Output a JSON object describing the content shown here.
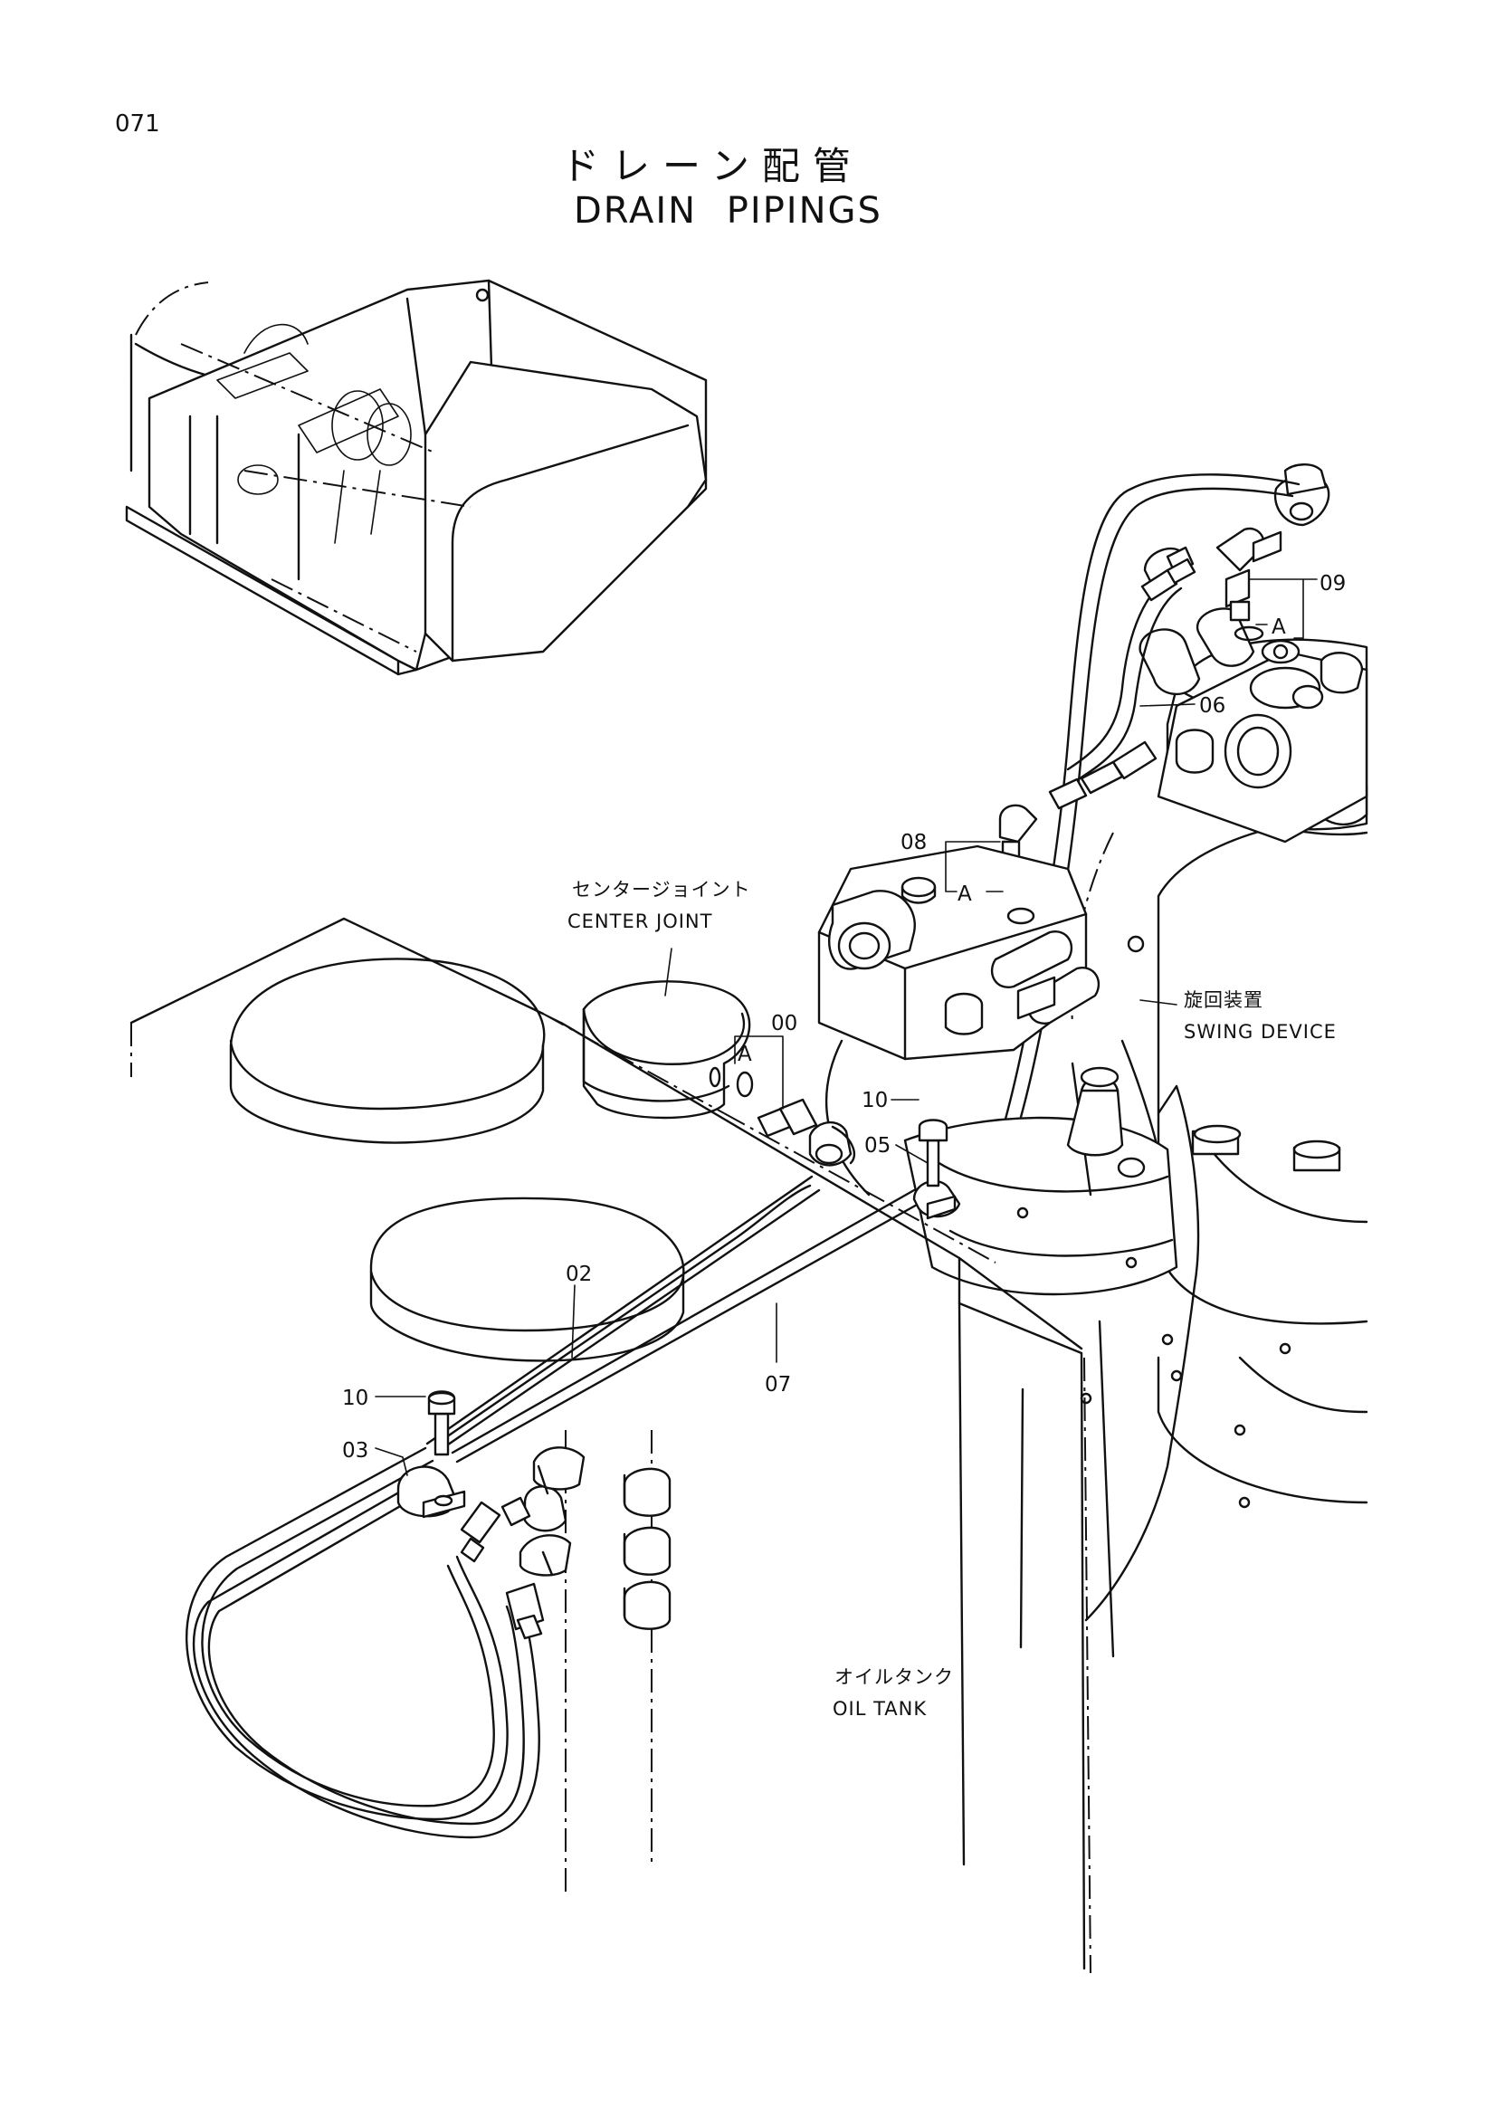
{
  "page": {
    "number": "071",
    "title_ja": "ドレーン配管",
    "title_en": "DRAIN PIPINGS"
  },
  "components": {
    "center_joint": {
      "ja": "センタージョイント",
      "en": "CENTER JOINT"
    },
    "swing_device": {
      "ja": "旋回装置",
      "en": "SWING DEVICE"
    },
    "oil_tank": {
      "ja": "オイルタンク",
      "en": "OIL TANK"
    }
  },
  "callouts": {
    "p00": "00",
    "p02": "02",
    "p03": "03",
    "p05": "05",
    "p06": "06",
    "p07": "07",
    "p08": "08",
    "p09": "09",
    "p10a": "10",
    "p10b": "10",
    "detail_a1": "A",
    "detail_a2": "A",
    "detail_a3": "A"
  }
}
